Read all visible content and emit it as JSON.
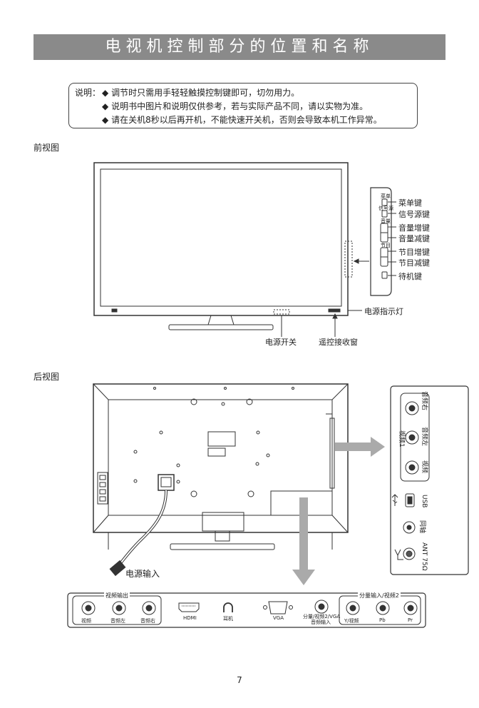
{
  "header": {
    "title": "电视机控制部分的位置和名称"
  },
  "notes": {
    "label": "说明：",
    "bullet": "◆",
    "items": [
      "调节时只需用手轻轻触摸控制键即可，切勿用力。",
      "说明书中图片和说明仅供参考，若与实际产品不同，请以实物为准。",
      "请在关机8秒以后再开机，不能快速开关机，否则会导致本机工作异常。"
    ]
  },
  "front_view": {
    "label": "前视图",
    "side_buttons": [
      "菜单键",
      "信号源键",
      "音量增键",
      "音量减键",
      "节目增键",
      "节目减键",
      "待机键"
    ],
    "side_panel_tiny": [
      "菜单",
      "信号源",
      "音量",
      "节目"
    ],
    "callouts": {
      "power_led": "电源指示灯",
      "power_switch": "电源开关",
      "ir_window": "遥控接收窗"
    }
  },
  "rear_view": {
    "label": "后视图",
    "power_input": "电源输入",
    "side_ports": {
      "audio_right": "音频右",
      "audio_left": "音频左",
      "video": "视频",
      "group_label": "视频1",
      "usb": "USB",
      "coax": "同轴",
      "antenna": "ANT 75Ω"
    },
    "bottom_ports": {
      "video_out_group": "视频输出",
      "video": "视频",
      "audio_left": "音频左",
      "audio_right": "音频右",
      "hdmi": "HDMI",
      "headphone": "耳机",
      "vga": "VGA",
      "audio_in_line1": "分量/视频2/VGA",
      "audio_in_line2": "音频输入",
      "component_group": "分量输入/视频2",
      "y_video": "Y/视频",
      "pb": "Pb",
      "pr": "Pr"
    }
  },
  "page_number": "7"
}
